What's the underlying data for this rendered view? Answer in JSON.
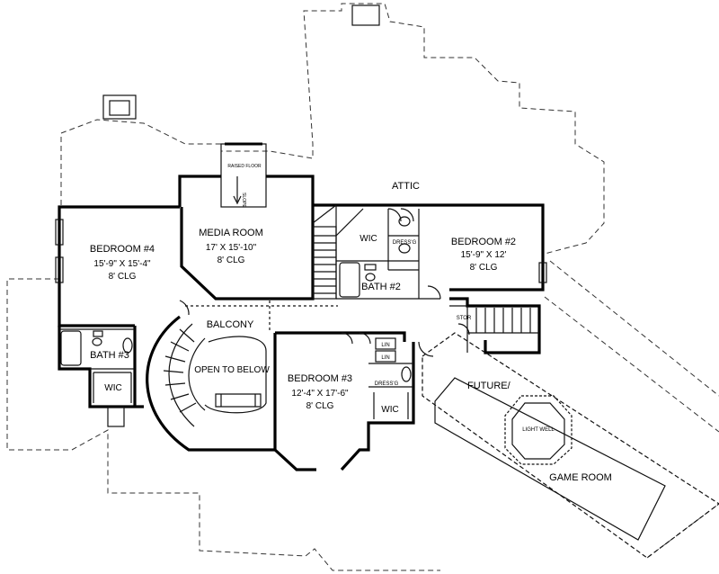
{
  "labels": {
    "attic": "ATTIC",
    "bedroom4": {
      "name": "BEDROOM #4",
      "size": "15'-9\" X 15'-4\"",
      "clg": "8' CLG"
    },
    "media": {
      "name": "MEDIA ROOM",
      "size": "17' X 15'-10\"",
      "clg": "8' CLG"
    },
    "raised_floor": "RAISED FLOOR",
    "slope": "SLOPE",
    "wic_top": "WIC",
    "dressg_top": "DRESS'G",
    "bath2": "BATH #2",
    "bedroom2": {
      "name": "BEDROOM #2",
      "size": "15'-9\" X 12'",
      "clg": "8' CLG"
    },
    "stor": "STOR",
    "balcony": "BALCONY",
    "open_below": "OPEN TO BELOW",
    "bath3": "BATH #3",
    "wic_left": "WIC",
    "lin1": "LIN",
    "lin2": "LIN",
    "dressg_bottom": "DRESS'G",
    "wic_bottom": "WIC",
    "bedroom3": {
      "name": "BEDROOM #3",
      "size": "12'-4\" X 17'-6\"",
      "clg": "8' CLG"
    },
    "future": "FUTURE/",
    "light_well": "LIGHT WELL",
    "game_room": "GAME ROOM"
  }
}
